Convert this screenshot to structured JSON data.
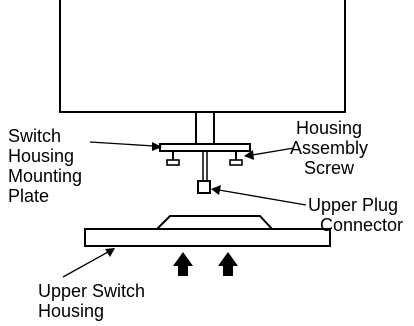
{
  "labels": {
    "mounting_plate": [
      "Switch",
      "Housing",
      "Mounting",
      "Plate"
    ],
    "assembly_screw": [
      "Housing",
      "Assembly",
      "Screw"
    ],
    "plug_connector": [
      "Upper Plug",
      "Connector"
    ],
    "upper_housing": [
      "Upper Switch",
      "Housing"
    ]
  },
  "colors": {
    "line": "#000000",
    "background": "#ffffff"
  }
}
